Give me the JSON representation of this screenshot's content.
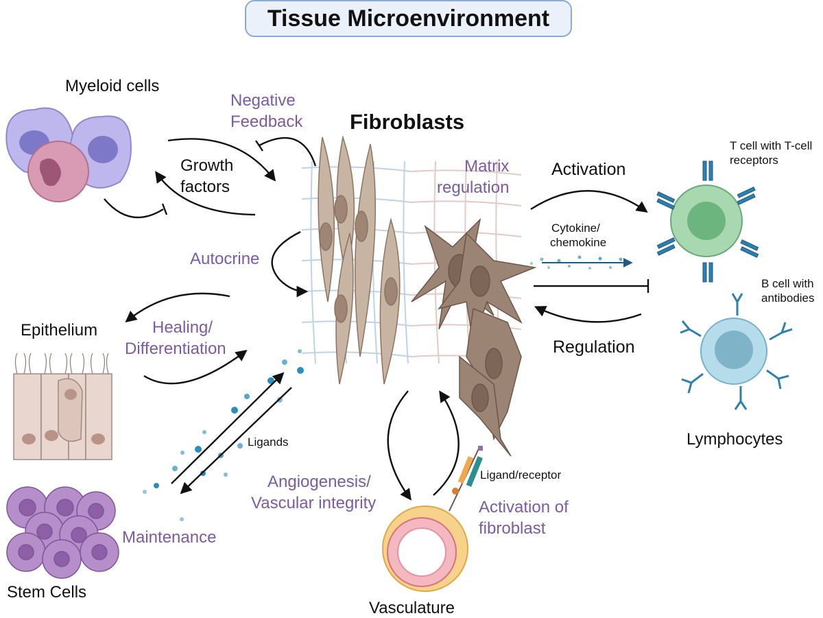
{
  "title": "Tissue Microenvironment",
  "center": "Fibroblasts",
  "labels": {
    "myeloid": "Myeloid cells",
    "negative_feedback_1": "Negative",
    "negative_feedback_2": "Feedback",
    "growth_1": "Growth",
    "growth_2": "factors",
    "matrix_1": "Matrix",
    "matrix_2": "regulation",
    "activation": "Activation",
    "tcell_1": "T cell with T-cell",
    "tcell_2": "receptors",
    "cytokine_1": "Cytokine/",
    "cytokine_2": "chemokine",
    "autocrine": "Autocrine",
    "bcell_1": "B cell with",
    "bcell_2": "antibodies",
    "epithelium": "Epithelium",
    "healing_1": "Healing/",
    "healing_2": "Differentiation",
    "regulation": "Regulation",
    "ligands": "Ligands",
    "lymphocytes": "Lymphocytes",
    "ligand_receptor": "Ligand/receptor",
    "angio_1": "Angiogenesis/",
    "angio_2": "Vascular integrity",
    "activation_fib_1": "Activation of",
    "activation_fib_2": "fibroblast",
    "maintenance": "Maintenance",
    "stem": "Stem Cells",
    "vasculature": "Vasculature"
  },
  "colors": {
    "label_purple": "#7b5aa6",
    "arrow": "#111111",
    "title_border": "#8aa9d6",
    "title_fill": "#eaf1fb",
    "ligand_blue": "#2a8fbf",
    "fibroblast": "#b59f8c",
    "fibroblast_dark": "#8c7261",
    "tcell": "#8cc89a",
    "bcell": "#a6cfe0",
    "myeloid": "#aaa6e0",
    "stem": "#a67ab9",
    "epithelium": "#e6d2ca"
  }
}
